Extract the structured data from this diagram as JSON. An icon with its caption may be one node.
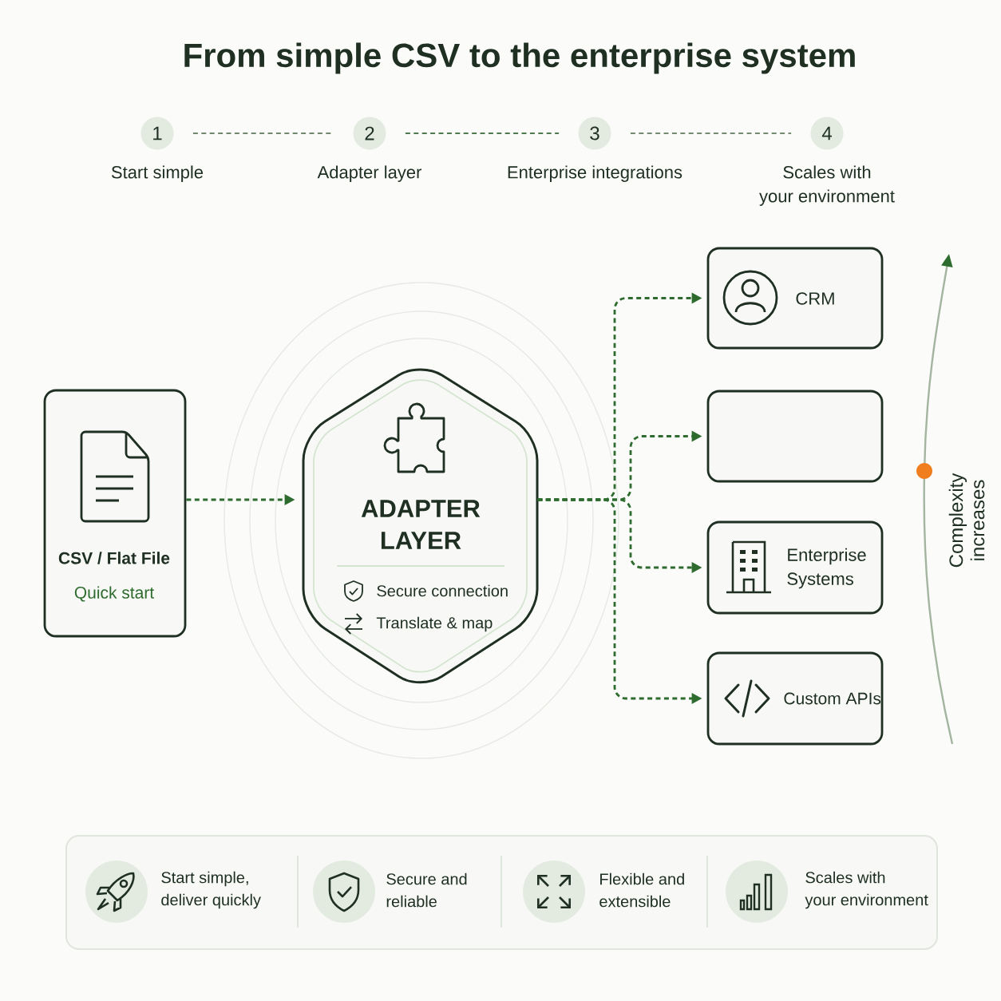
{
  "diagram": {
    "title": "From simple CSV to the enterprise system",
    "nodes": [
      {
        "text": [
          "1"
        ],
        "beside": [
          "Start simple"
        ]
      },
      {
        "text": [
          "2"
        ],
        "beside": [
          "Adapter layer"
        ]
      },
      {
        "text": [
          "3"
        ],
        "beside": [
          "Enterprise integrations"
        ]
      },
      {
        "text": [
          "4"
        ],
        "beside": [
          "Scales with your environment"
        ]
      },
      {
        "text": [
          "CSV / Flat File",
          "Quick start"
        ]
      },
      {
        "text": [
          "ADAPTER LAYER",
          "Secure connection",
          "Translate & map"
        ]
      },
      {
        "text": [
          "CRM"
        ]
      },
      {
        "text": [],
        "shape": "box"
      },
      {
        "text": [
          "Enterprise Systems"
        ]
      },
      {
        "text": [
          "Custom APIs"
        ]
      },
      {
        "text": [
          "Start simple, deliver quickly",
          "Secure and reliable",
          "Flexible and extensible",
          "Scales with your environment"
        ]
      }
    ],
    "edges": [
      {
        "from": 0,
        "to": 1,
        "arrow": "none",
        "style": "dashed",
        "color": "#72876f"
      },
      {
        "from": 1,
        "to": 2,
        "arrow": "none",
        "style": "dashed",
        "color": "#4f7a4f"
      },
      {
        "from": 2,
        "to": 3,
        "arrow": "none",
        "style": "dashed",
        "color": "#748a72"
      },
      {
        "from": 4,
        "to": 5,
        "arrow": "to",
        "style": "dashed"
      },
      {
        "from": 5,
        "to": 6,
        "arrow": "to",
        "style": "dashed"
      },
      {
        "from": 5,
        "to": 7,
        "arrow": "to",
        "style": "dashed"
      },
      {
        "from": 5,
        "to": 8,
        "arrow": "to",
        "style": "dashed"
      },
      {
        "from": 5,
        "to": 9,
        "arrow": "to",
        "style": "dashed"
      }
    ],
    "labels": [
      "Complexity increases"
    ]
  }
}
